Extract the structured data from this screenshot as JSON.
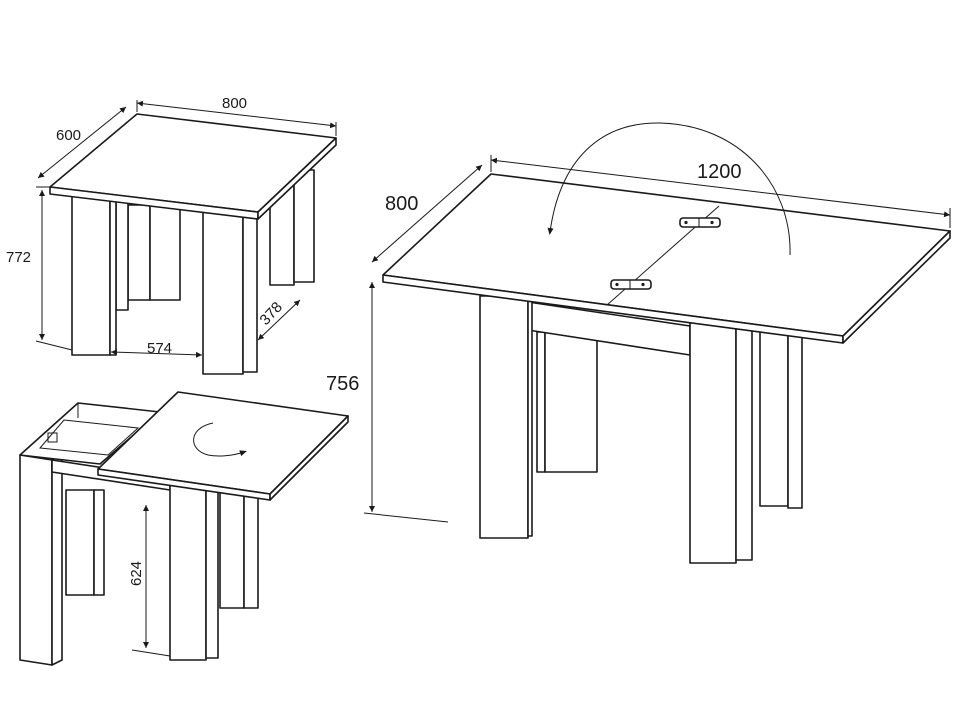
{
  "dimensions": {
    "small_width": "800",
    "small_depth": "600",
    "small_height": "772",
    "small_inner_span": "574",
    "small_side_depth": "378",
    "partial_height": "624",
    "big_length": "1200",
    "big_depth": "800",
    "big_height": "756"
  },
  "colors": {
    "stroke": "#1a1a1a",
    "fill": "#ffffff"
  },
  "icons": {
    "rotate_small": "rotate-arrow-icon",
    "rotate_large": "flip-arrow-icon",
    "hinge": "hinge-icon"
  }
}
